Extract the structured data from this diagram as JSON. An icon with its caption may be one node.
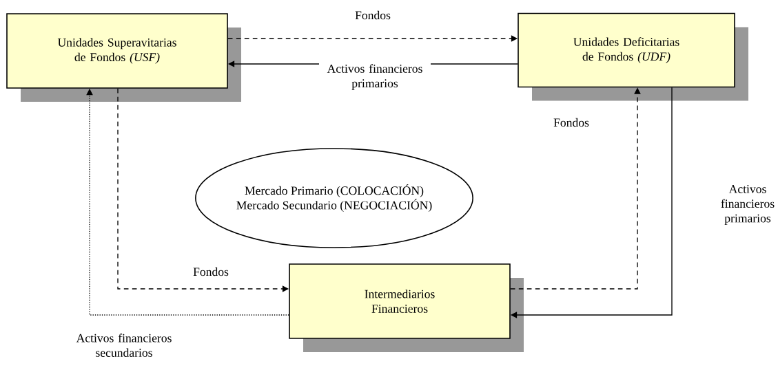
{
  "diagram": {
    "nodes": [
      {
        "text": [
          "Unidades Superavitarias de Fondos *(USF)*"
        ]
      },
      {
        "text": [
          "Unidades Deficitarias de Fondos *(UDF)*"
        ]
      },
      {
        "text": [
          "Mercado Primario (COLOCACIÓN)",
          "Mercado Secundario (NEGOCIACIÓN)"
        ]
      },
      {
        "text": [
          "Intermediarios Financieros"
        ]
      }
    ],
    "edges": [
      {
        "from": 0,
        "to": 1,
        "arrow": "to",
        "style": "dashed",
        "label": "Fondos"
      },
      {
        "from": 1,
        "to": 0,
        "arrow": "to",
        "label": "Activos financieros primarios"
      },
      {
        "from": 0,
        "to": 3,
        "arrow": "to",
        "style": "dashed",
        "label": "Fondos"
      },
      {
        "from": 3,
        "to": 1,
        "arrow": "to",
        "style": "dashed",
        "label": "Fondos"
      },
      {
        "from": 1,
        "to": 3,
        "arrow": "to",
        "label": "Activos financieros primarios"
      },
      {
        "from": 3,
        "to": 0,
        "arrow": "to",
        "style": "dashed",
        "label": "Activos financieros secundarios"
      }
    ]
  }
}
